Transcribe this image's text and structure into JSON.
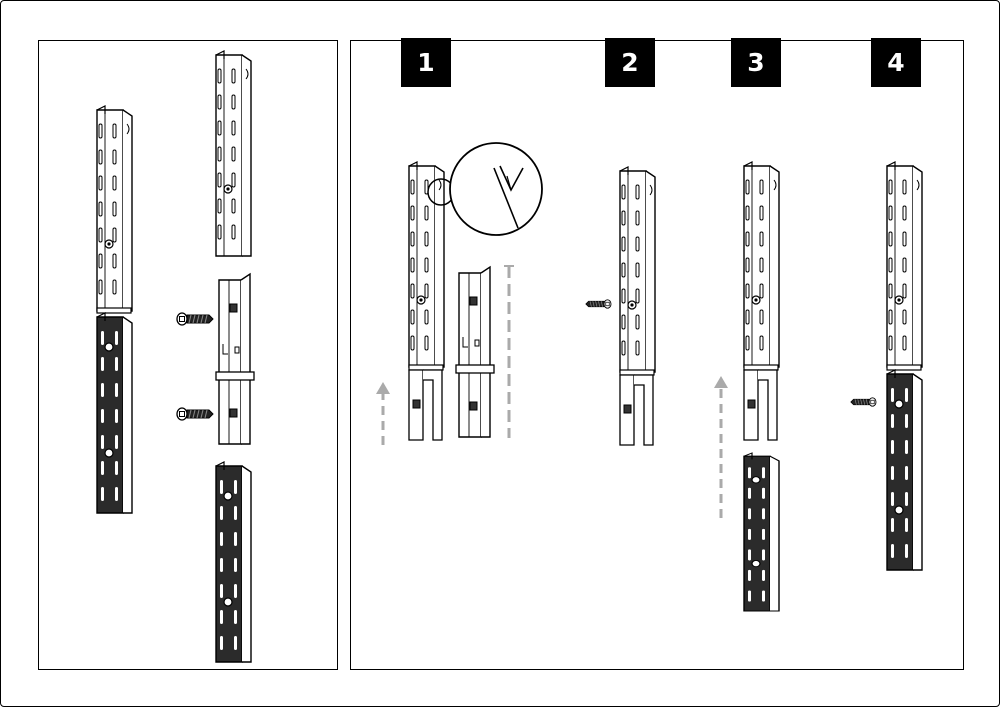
{
  "steps": [
    {
      "label": "1"
    },
    {
      "label": "2"
    },
    {
      "label": "3"
    },
    {
      "label": "4"
    }
  ],
  "colors": {
    "line": "#000000",
    "metal_light": "#ffffff",
    "metal_dark": "#222222",
    "arrow": "#aaaaaa",
    "badge_bg": "#000000",
    "badge_text": "#ffffff"
  },
  "icons": [
    "upright-rail",
    "joiner-connector",
    "screw",
    "assembly-arrow",
    "detail-magnifier"
  ]
}
